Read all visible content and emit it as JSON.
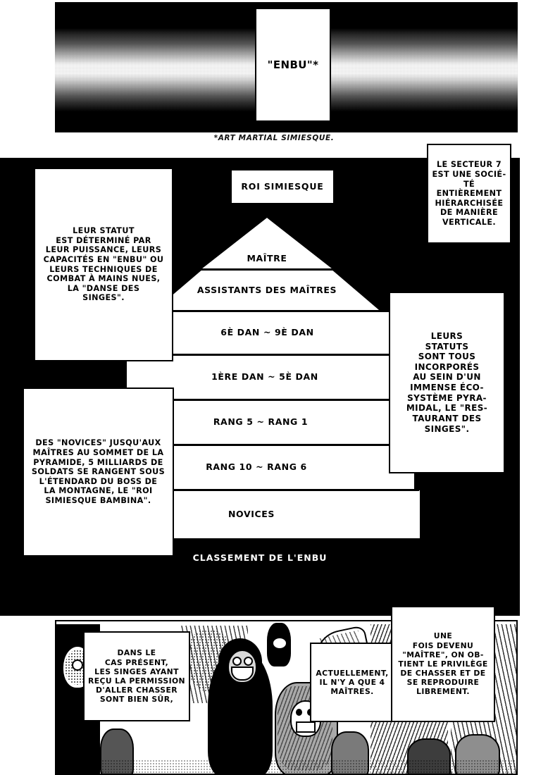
{
  "page": {
    "title_card": "\"ENBU\"*",
    "footnote": "*ART MARTIAL SIMIESQUE."
  },
  "main_panel": {
    "caption": "CLASSEMENT DE L'ENBU",
    "pyramid": {
      "top_box": "ROI SIMIESQUE",
      "tiers": [
        {
          "label": "MAÎTRE"
        },
        {
          "label": "ASSISTANTS DES\nMAÎTRES"
        },
        {
          "label": "6È DAN ~ 9È DAN"
        },
        {
          "label": "1ÈRE DAN ~ 5È DAN"
        },
        {
          "label": "RANG 5 ~ RANG 1"
        },
        {
          "label": "RANG 10 ~ RANG 6"
        },
        {
          "label": "NOVICES"
        }
      ]
    },
    "bubbles": {
      "statut": "LEUR STATUT\nEST DÉTERMINÉ PAR\nLEUR PUISSANCE, LEURS\nCAPACITÉS EN \"ENBU\" OU\nLEURS TECHNIQUES DE\nCOMBAT À MAINS NUES,\nLA \"DANSE DES\nSINGES\".",
      "secteur": "LE SECTEUR 7\nEST UNE SOCIÉ-\nTÉ ENTIÈREMENT\nHIÉRARCHISÉE\nDE MANIÈRE\nVERTICALE.",
      "ecosysteme": "LEURS\nSTATUTS\nSONT TOUS\nINCORPORÉS\nAU SEIN D'UN\nIMMENSE ÉCO-\nSYSTÈME PYRA-\nMIDAL, LE \"RES-\nTAURANT DES\nSINGES\".",
      "novices": "DES \"NOVICES\" JUSQU'AUX\nMAÎTRES AU SOMMET DE LA\nPYRAMIDE, 5 MILLIARDS DE\nSOLDATS SE RANGENT SOUS\nL'ÉTENDARD DU BOSS DE\nLA MONTAGNE, LE \"ROI\nSIMIESQUE BAMBINA\"."
    }
  },
  "bottom_panel": {
    "bubbles": {
      "dans_le_cas": "DANS LE\nCAS PRÉSENT,\nLES SINGES AYANT\nREÇU LA PERMISSION\nD'ALLER CHASSER\nSONT BIEN SÛR,",
      "actuellement": "ACTUELLEMENT,\nIL N'Y A QUE 4\nMAÎTRES.",
      "maitre_privilege": "UNE\nFOIS DEVENU\n\"MAÎTRE\", ON OB-\nTIENT LE PRIVILÈGE\nDE CHASSER ET DE\nSE REPRODUIRE\nLIBREMENT."
    }
  },
  "colors": {
    "ink": "#000000",
    "paper": "#ffffff"
  }
}
